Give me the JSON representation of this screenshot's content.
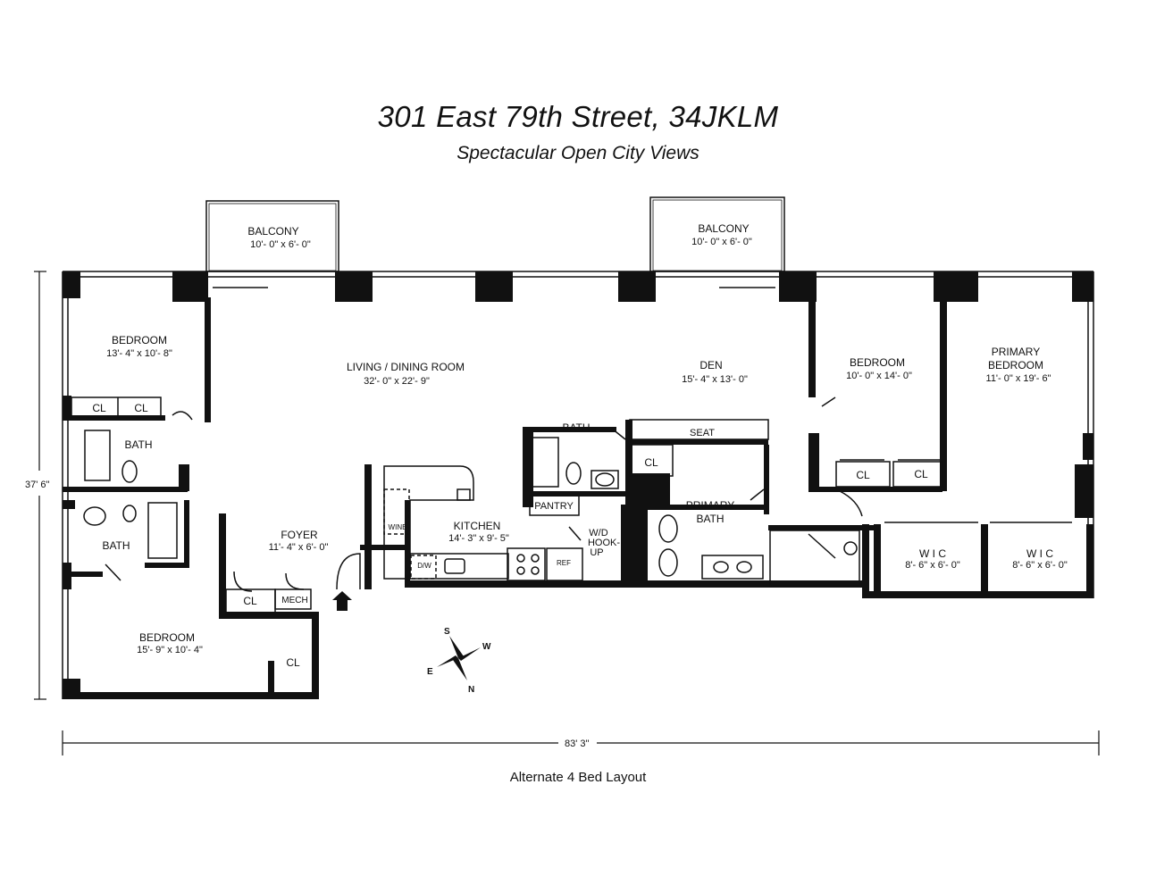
{
  "header": {
    "title": "301 East 79th Street, 34JKLM",
    "subtitle": "Spectacular Open City Views"
  },
  "footer": {
    "note": "Alternate 4 Bed Layout"
  },
  "dimensions": {
    "height": "37' 6\"",
    "width": "83' 3\""
  },
  "compass": {
    "s": "S",
    "w": "W",
    "e": "E",
    "n": "N"
  },
  "rooms": {
    "balcony_left": {
      "name": "BALCONY",
      "size": "10'- 0\" x 6'- 0\""
    },
    "balcony_right": {
      "name": "BALCONY",
      "size": "10'- 0\" x 6'- 0\""
    },
    "bedroom_nw": {
      "name": "BEDROOM",
      "size": "13'- 4\" x 10'- 8\""
    },
    "living": {
      "name": "LIVING / DINING ROOM",
      "size": "32'- 0\" x 22'- 9\""
    },
    "den": {
      "name": "DEN",
      "size": "15'- 4\" x 13'- 0\""
    },
    "bedroom_ne": {
      "name": "BEDROOM",
      "size": "10'- 0\" x 14'- 0\""
    },
    "primary_bedroom": {
      "name1": "PRIMARY",
      "name2": "BEDROOM",
      "size": "11'- 0\" x 19'- 6\""
    },
    "foyer": {
      "name": "FOYER",
      "size": "11'- 4\" x 6'- 0\""
    },
    "kitchen": {
      "name": "KITCHEN",
      "size": "14'- 3\" x 9'- 5\""
    },
    "bedroom_sw": {
      "name": "BEDROOM",
      "size": "15'- 9\" x 10'- 4\""
    },
    "primary_bath": {
      "name1": "PRIMARY",
      "name2": "BATH"
    },
    "wic_left": {
      "name": "W I C",
      "size": "8'- 6\" x 6'- 0\""
    },
    "wic_right": {
      "name": "W I C",
      "size": "8'- 6\" x 6'- 0\""
    }
  },
  "labels": {
    "cl": "CL",
    "bath": "BATH",
    "seat": "SEAT",
    "pantry": "PANTRY",
    "wd1": "W/D",
    "wd2": "HOOK-",
    "wd3": "UP",
    "mech": "MECH",
    "wine": "WINE",
    "dw": "D/W",
    "ref": "REF"
  }
}
